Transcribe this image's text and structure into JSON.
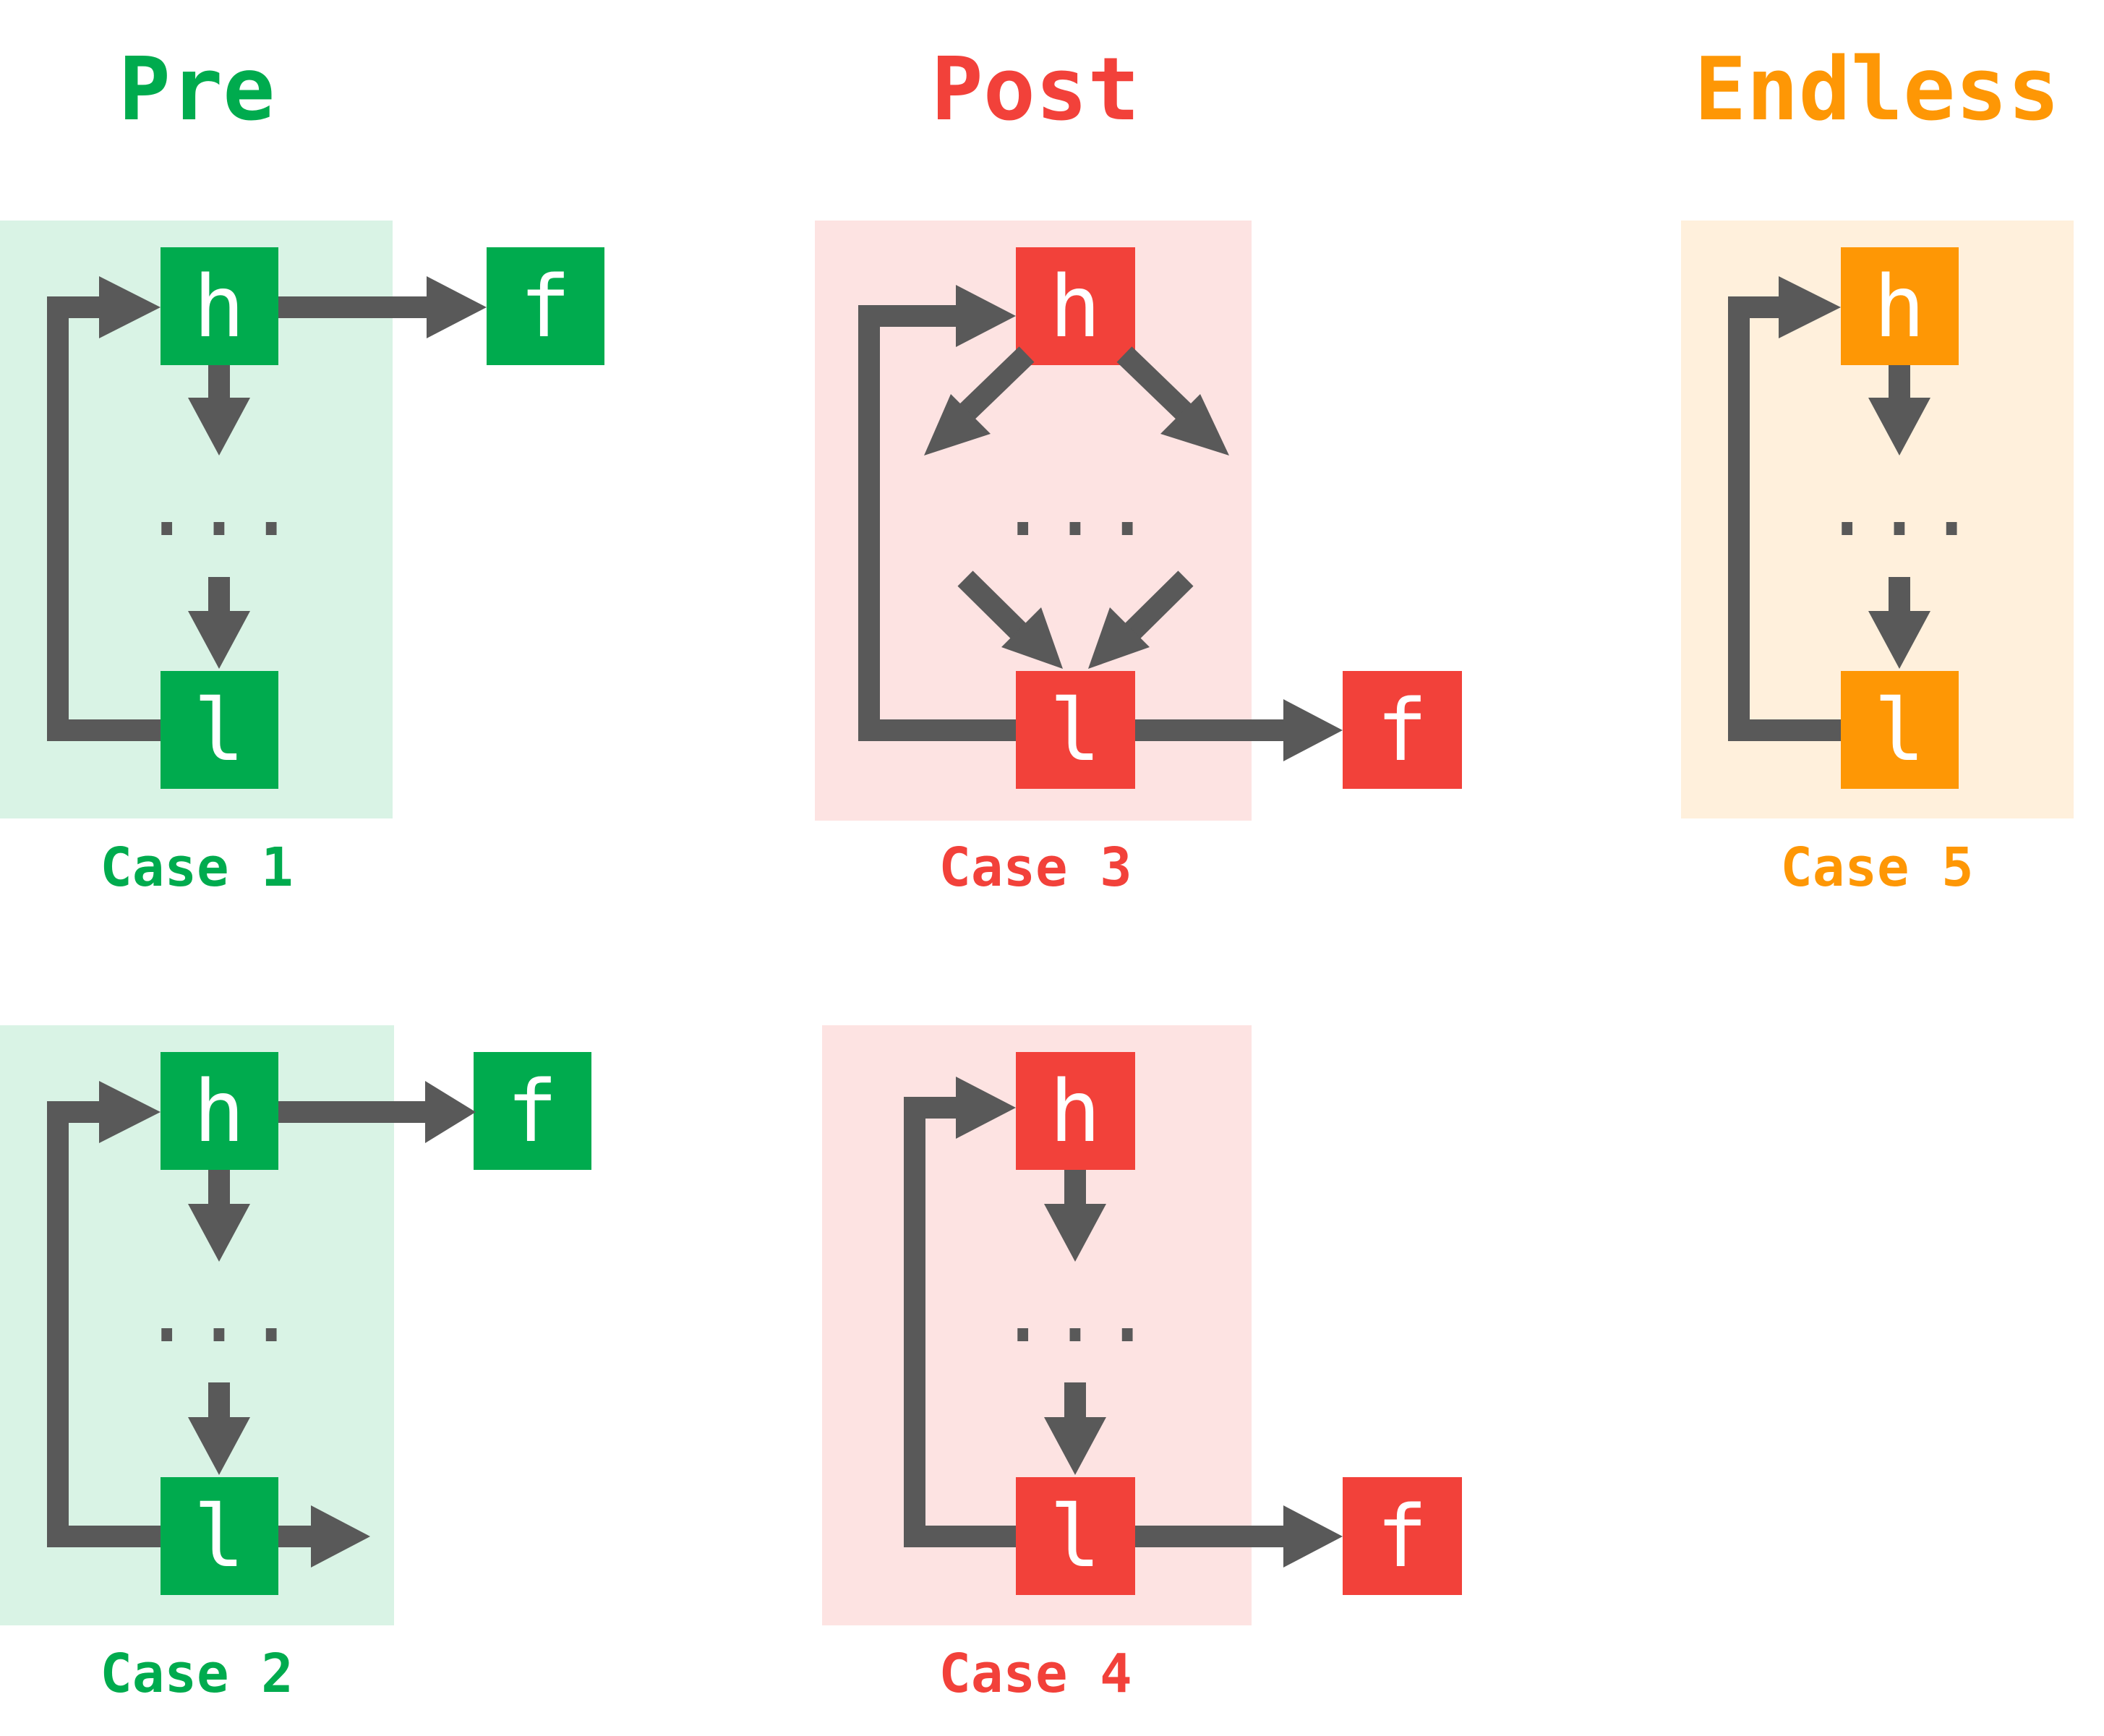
{
  "colors": {
    "pre": "#00ab4e",
    "pre_bg": "#d9f3e5",
    "post": "#f2413a",
    "post_bg": "#fde3e2",
    "endless": "#fe9705",
    "endless_bg": "#fff0dc",
    "arrow": "#595959"
  },
  "columns": {
    "pre": {
      "title": "Pre"
    },
    "post": {
      "title": "Post"
    },
    "endless": {
      "title": "Endless"
    }
  },
  "nodes": {
    "header": "h",
    "latch": "l",
    "follow": "f",
    "ellipsis": "..."
  },
  "cases": [
    {
      "label": "Case 1",
      "group": "pre"
    },
    {
      "label": "Case 2",
      "group": "pre"
    },
    {
      "label": "Case 3",
      "group": "post"
    },
    {
      "label": "Case 4",
      "group": "post"
    },
    {
      "label": "Case 5",
      "group": "endless"
    }
  ]
}
